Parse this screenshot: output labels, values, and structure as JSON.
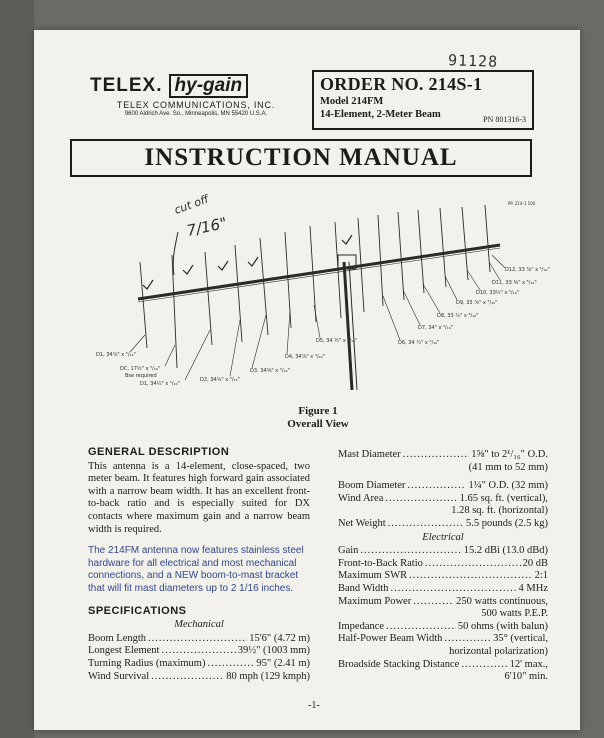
{
  "header": {
    "handwritten_number": "91128",
    "brand_telex": "TELEX.",
    "brand_hygain": "hy-gain",
    "company": "TELEX COMMUNICATIONS, INC.",
    "address": "9600 Aldrich Ave. So., Minneapolis, MN 55420 U.S.A.",
    "order_no": "ORDER NO. 214S-1",
    "model": "Model 214FM",
    "description": "14-Element, 2-Meter Beam",
    "pn": "PN 801316-3"
  },
  "title": "INSTRUCTION MANUAL",
  "figure": {
    "handwritten_note": "cut off",
    "handwritten_measure": "7/16\"",
    "caption_line1": "Figure 1",
    "caption_line2": "Overall View",
    "element_labels": {
      "d1": "D1, 34⅞\" x ⁵/₁₆\"",
      "dc": "DC, 17½\" x ⁵/₁₆\"",
      "dc_note": "Bse required",
      "d2": "D1, 34½\" x ⁵/₁₆\"",
      "d3": "D2, 34¾\" x ⁵/₁₆\"",
      "d4": "D3, 34⅜\" x ⁵/₁₆\"",
      "d5": "D4, 34⅞\" x ⁵/₁₆\"",
      "d6": "D5, 34 ½\" x ⁵/₁₆\"",
      "d7": "D6, 34 ¼\" x ⁵/₁₆\"",
      "d8": "D7, 34\" x ⁵/₁₆\"",
      "d9": "D8, 33 ¾\" x ⁵/₁₆\"",
      "d10": "D9, 33 ⅞\" x ⁵/₁₆\"",
      "d11": "D10, 33½\" x ⁵/₁₆\"",
      "d12": "D11, 33 ⅜\" x ⁵/₁₆\"",
      "d13": "D12, 33 ⅞\" x ⁵/₁₆\"",
      "corner": "PP. 214-1 100"
    }
  },
  "general": {
    "heading": "GENERAL DESCRIPTION",
    "para1": "This antenna is a 14-element, close-spaced, two meter beam. It features high forward gain associated with a narrow beam width. It has an excellent front-to-back ratio and is especially suited for DX contacts where maximum gain and a narrow beam width is required.",
    "para2": "The 214FM antenna now features stainless steel hardware for all electrical and most mechanical connections, and a NEW boom-to-mast bracket that will fit mast diameters up to 2 1/16 inches."
  },
  "specs": {
    "heading": "SPECIFICATIONS",
    "mechanical_label": "Mechanical",
    "electrical_label": "Electrical",
    "left": [
      {
        "label": "Boom Length",
        "value": "15'6\" (4.72 m)"
      },
      {
        "label": "Longest Element",
        "value": "39½\" (1003 mm)"
      },
      {
        "label": "Turning Radius (maximum)",
        "value": "95\" (2.41 m)"
      },
      {
        "label": "Wind Survival",
        "value": "80 mph (129 kmph)"
      }
    ],
    "mast": {
      "label": "Mast Diameter",
      "value": "1⅝\" to 2¹/₁₆\" O.D.",
      "cont": "(41 mm to 52 mm)"
    },
    "boom": {
      "label": "Boom Diameter",
      "value": "1¼\" O.D. (32 mm)"
    },
    "wind": {
      "label": "Wind Area",
      "value": "1.65 sq. ft. (vertical),",
      "cont": "1.28 sq. ft. (horizontal)"
    },
    "weight": {
      "label": "Net Weight",
      "value": "5.5 pounds (2.5 kg)"
    },
    "electrical": [
      {
        "label": "Gain",
        "value": "15.2 dBi (13.0 dBd)"
      },
      {
        "label": "Front-to-Back Ratio",
        "value": "20 dB"
      },
      {
        "label": "Maximum SWR",
        "value": "2:1"
      },
      {
        "label": "Band Width",
        "value": "4 MHz"
      }
    ],
    "power": {
      "label": "Maximum Power",
      "value": "250 watts continuous,",
      "cont": "500 watts P.E.P."
    },
    "impedance": {
      "label": "Impedance",
      "value": "50 ohms (with balun)"
    },
    "halfpower": {
      "label": "Half-Power Beam Width",
      "value": "35° (vertical,",
      "cont": "horizontal polarization)"
    },
    "stacking": {
      "label": "Broadside Stacking Distance",
      "value": "12' max.,",
      "cont": "6'10\" min."
    }
  },
  "page_number": "-1-"
}
